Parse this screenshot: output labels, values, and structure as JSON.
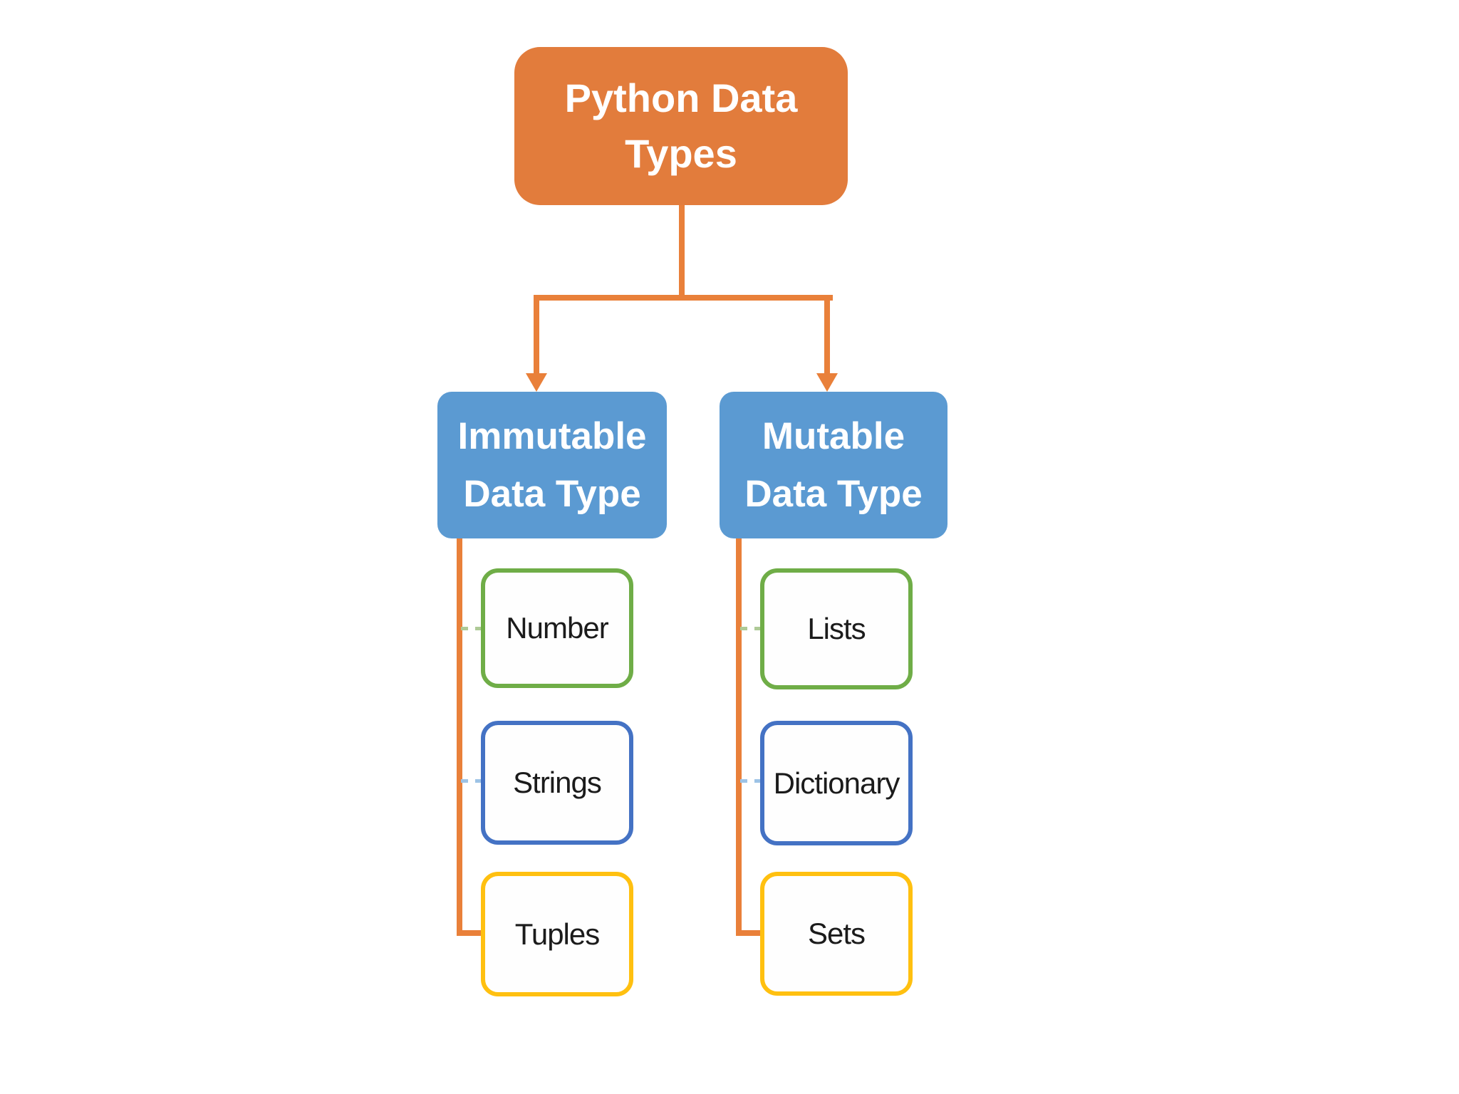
{
  "diagram": {
    "title": "Python Data Types",
    "root": {
      "line1": "Python Data",
      "line2": "Types"
    },
    "branches": [
      {
        "name": "Immutable Data Type",
        "line1": "Immutable",
        "line2": "Data Type",
        "children": [
          {
            "label": "Number",
            "border_color": "green"
          },
          {
            "label": "Strings",
            "border_color": "blue"
          },
          {
            "label": "Tuples",
            "border_color": "gold"
          }
        ]
      },
      {
        "name": "Mutable Data Type",
        "line1": "Mutable",
        "line2": "Data Type",
        "children": [
          {
            "label": "Lists",
            "border_color": "green"
          },
          {
            "label": "Dictionary",
            "border_color": "blue"
          },
          {
            "label": "Sets",
            "border_color": "gold"
          }
        ]
      }
    ],
    "colors": {
      "background": "#FFFFFF",
      "node-orange": "#E27C3C",
      "connector-orange": "#E9803A",
      "node-blue": "#5B9AD2",
      "node-text": "#FFFFFF",
      "leaf-border-green": "#6FAD47",
      "leaf-border-blue": "#4472C4",
      "leaf-border-gold": "#FFC010",
      "dash-green": "#AECA96",
      "dash-blue": "#9DC3E6",
      "leaf-text": "#1B1B1B"
    }
  }
}
